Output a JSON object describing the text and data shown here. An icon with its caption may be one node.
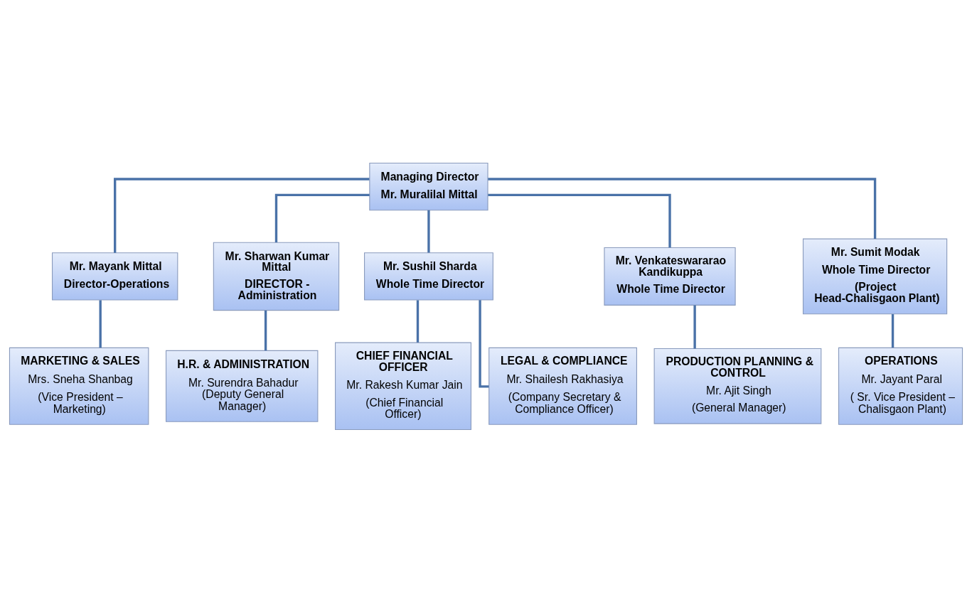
{
  "diagram": {
    "nodes": [
      {
        "text": [
          "Managing Director",
          "Mr. Muralilal Mittal"
        ]
      },
      {
        "text": [
          "Mr. Mayank Mittal",
          "Director-Operations"
        ]
      },
      {
        "text": [
          "Mr. Sharwan Kumar Mittal",
          "DIRECTOR - Administration"
        ]
      },
      {
        "text": [
          "Mr. Sushil Sharda",
          "Whole Time Director"
        ]
      },
      {
        "text": [
          "Mr. Venkateswararao Kandikuppa",
          "Whole Time Director"
        ]
      },
      {
        "text": [
          "Mr. Sumit Modak",
          "Whole Time Director",
          "(Project Head-Chalisgaon Plant)"
        ]
      },
      {
        "text": [
          "MARKETING & SALES",
          "Mrs. Sneha Shanbag",
          "(Vice President – Marketing)"
        ]
      },
      {
        "text": [
          "H.R. & ADMINISTRATION",
          "Mr. Surendra Bahadur (Deputy General Manager)"
        ]
      },
      {
        "text": [
          "CHIEF FINANCIAL OFFICER",
          "Mr. Rakesh Kumar Jain",
          "(Chief Financial Officer)"
        ]
      },
      {
        "text": [
          "LEGAL & COMPLIANCE",
          "Mr. Shailesh Rakhasiya",
          "(Company Secretary & Compliance Officer)"
        ]
      },
      {
        "text": [
          "PRODUCTION PLANNING & CONTROL",
          "Mr. Ajit Singh",
          "(General Manager)"
        ]
      },
      {
        "text": [
          "OPERATIONS",
          "Mr. Jayant Paral",
          "( Sr. Vice President – Chalisgaon Plant)"
        ]
      }
    ],
    "edges": [
      {
        "from": 0,
        "to": 1,
        "arrow": "none"
      },
      {
        "from": 0,
        "to": 2,
        "arrow": "none"
      },
      {
        "from": 0,
        "to": 3,
        "arrow": "none"
      },
      {
        "from": 0,
        "to": 4,
        "arrow": "none"
      },
      {
        "from": 0,
        "to": 5,
        "arrow": "none"
      },
      {
        "from": 1,
        "to": 6,
        "arrow": "none"
      },
      {
        "from": 2,
        "to": 7,
        "arrow": "none"
      },
      {
        "from": 3,
        "to": 8,
        "arrow": "none"
      },
      {
        "from": 3,
        "to": 9,
        "arrow": "none"
      },
      {
        "from": 4,
        "to": 10,
        "arrow": "none"
      },
      {
        "from": 5,
        "to": 11,
        "arrow": "none"
      }
    ]
  }
}
